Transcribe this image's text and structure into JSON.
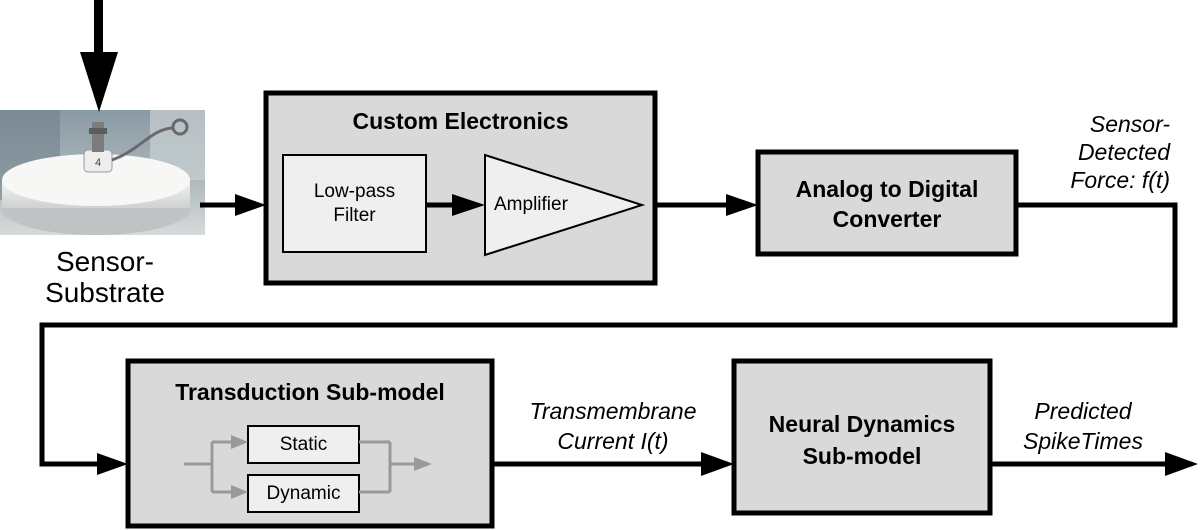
{
  "sensor": {
    "label_line1": "Sensor-",
    "label_line2": "Substrate",
    "photo_marker": "4",
    "press_arrow_icon": "down-arrow-icon"
  },
  "custom_electronics": {
    "title": "Custom Electronics",
    "filter_line1": "Low-pass",
    "filter_line2": "Filter",
    "amplifier": "Amplifier"
  },
  "adc": {
    "line1": "Analog to Digital",
    "line2": "Converter"
  },
  "force_signal": {
    "line1": "Sensor-",
    "line2": "Detected",
    "line3": "Force: f(t)"
  },
  "transduction": {
    "title": "Transduction Sub-model",
    "static": "Static",
    "dynamic": "Dynamic"
  },
  "current_signal": {
    "line1": "Transmembrane",
    "line2": "Current I(t)"
  },
  "neural": {
    "line1": "Neural Dynamics",
    "line2": "Sub-model"
  },
  "output_signal": {
    "line1": "Predicted",
    "line2": "SpikeTimes"
  },
  "colors": {
    "box_fill": "#d9d9d9",
    "inner_fill": "#efefef",
    "gray_arrow": "#999999",
    "line": "#000000"
  }
}
